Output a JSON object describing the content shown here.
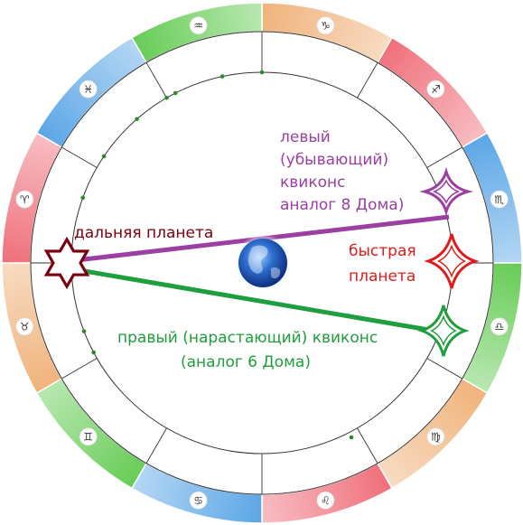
{
  "colors": {
    "fire": "#ef6f7a",
    "earth": "#f0b27a",
    "air": "#66cc55",
    "water": "#5aa6e6",
    "circle_line": "#333333",
    "distant_planet": "#7a0010",
    "left_quincunx": "#9b3fa3",
    "right_quincunx": "#1e9e3c",
    "fast_planet": "#e01b1b"
  },
  "zodiac_icons": [
    {
      "name": "capricorn-icon",
      "glyph": "♑"
    },
    {
      "name": "sagittarius-icon",
      "glyph": "♐"
    },
    {
      "name": "scorpio-icon",
      "glyph": "♏"
    },
    {
      "name": "libra-icon",
      "glyph": "♎"
    },
    {
      "name": "virgo-icon",
      "glyph": "♍"
    },
    {
      "name": "leo-icon",
      "glyph": "♌"
    },
    {
      "name": "cancer-icon",
      "glyph": "♋"
    },
    {
      "name": "gemini-icon",
      "glyph": "♊"
    },
    {
      "name": "taurus-icon",
      "glyph": "♉"
    },
    {
      "name": "aries-icon",
      "glyph": "♈"
    },
    {
      "name": "pisces-icon",
      "glyph": "♓"
    },
    {
      "name": "aquarius-icon",
      "glyph": "♒"
    }
  ],
  "labels": {
    "distant_planet": "дальняя планета",
    "left_quincunx": [
      "левый",
      "(убывающий)",
      "квиконс",
      "аналог 8 Дома)"
    ],
    "fast_planet": [
      "быстрая",
      "планета"
    ],
    "right_quincunx": [
      "правый (нарастающий) квиконс",
      "(аналог 6 Дома)"
    ]
  }
}
